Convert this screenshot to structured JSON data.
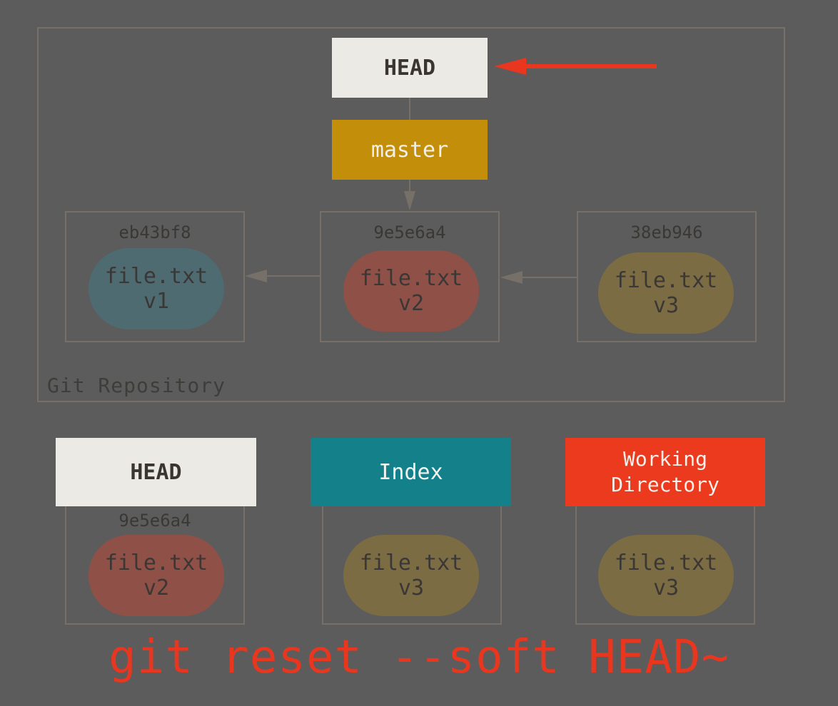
{
  "repository": {
    "label": "Git Repository",
    "head_label": "HEAD",
    "branch_label": "master",
    "commits": [
      {
        "hash": "eb43bf8",
        "file": "file.txt",
        "version": "v1"
      },
      {
        "hash": "9e5e6a4",
        "file": "file.txt",
        "version": "v2"
      },
      {
        "hash": "38eb946",
        "file": "file.txt",
        "version": "v3"
      }
    ]
  },
  "trees": [
    {
      "title": "HEAD",
      "hash": "9e5e6a4",
      "file": "file.txt",
      "version": "v2"
    },
    {
      "title": "Index",
      "file": "file.txt",
      "version": "v3"
    },
    {
      "title_line1": "Working",
      "title_line2": "Directory",
      "file": "file.txt",
      "version": "v3"
    }
  ],
  "command": "git reset --soft HEAD~",
  "colors": {
    "background": "#5c5c5c",
    "head": "#ebeae4",
    "master": "#c38e0a",
    "index": "#13808a",
    "working_directory": "#eb3a1d",
    "blob_v1": "#4f6b72",
    "blob_v2": "#8f5047",
    "blob_v3": "#7c6c44",
    "highlight_arrow": "#e8361f"
  }
}
